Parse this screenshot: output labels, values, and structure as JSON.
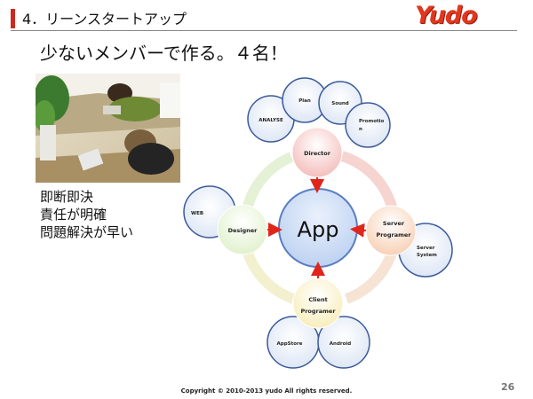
{
  "header": {
    "title": "4．リーンスタートアップ",
    "logo_text": "Yudo"
  },
  "subtitle": "少ないメンバーで作る。４名！",
  "notes": [
    "即断即決",
    "責任が明確",
    "問題解決が早い"
  ],
  "diagram": {
    "center": "App",
    "roles": {
      "director": "Director",
      "server": [
        "Server",
        "Programer"
      ],
      "client": [
        "Client",
        "Programer"
      ],
      "designer": "Designer"
    },
    "satellites": {
      "analyse": "ANALYSE",
      "plan": "Plan",
      "sound": "Sound",
      "promotion": [
        "Promotio",
        "n"
      ],
      "web": "WEB",
      "server_system": [
        "Server",
        "System"
      ],
      "appstore": "AppStore",
      "android": "Android"
    }
  },
  "footer": {
    "copyright": "Copyright © 2010-2013 yudo  All rights reserved.",
    "page_number": "26"
  },
  "colors": {
    "accent_bar": "#cc2a1f",
    "logo": "#e0381f",
    "arrow": "#e0251b",
    "center_fill": "#c9daf5",
    "circle_fill": "#e6eef9",
    "circle_stroke": "#3b5a9a"
  }
}
